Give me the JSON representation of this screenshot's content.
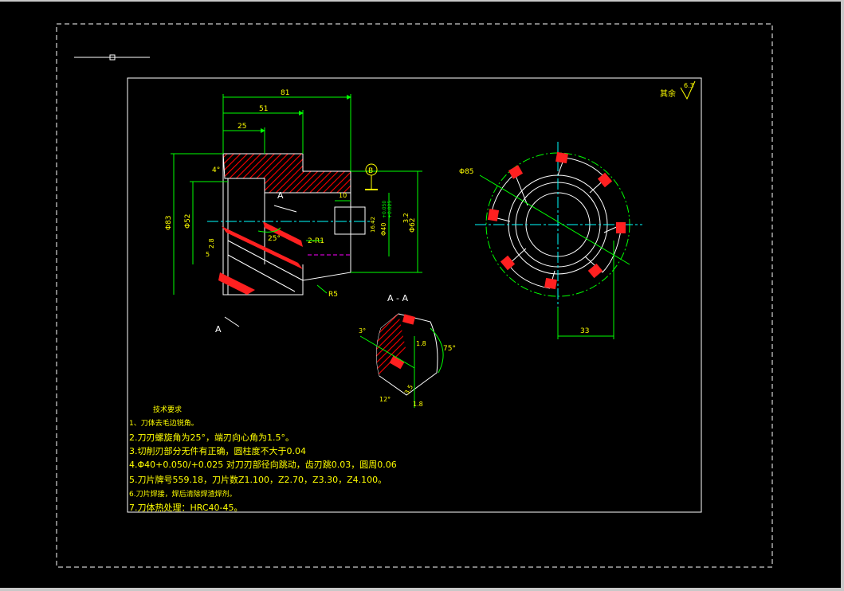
{
  "drawing": {
    "colors": {
      "background": "#000000",
      "outline": "#ffffff",
      "dimension": "#00ff00",
      "text": "#ffff00",
      "hatch": "#ff0000",
      "center": "#00ffff",
      "hidden": "#ff00ff",
      "edge": "#808080"
    },
    "title_note": {
      "label": "其余",
      "roughness": "6.3"
    },
    "front_view": {
      "dims": {
        "d81": "81",
        "d51": "51",
        "d25": "25",
        "angle4": "4°",
        "phi83": "Φ83",
        "phi52": "Φ52",
        "d2_8": "2.8",
        "d5": "5",
        "angle25": "25°",
        "d2r1": "2-R1",
        "d10": "10",
        "d16": "16.42",
        "phi40": "Φ40",
        "tol40a": "+0.050",
        "tol40b": "+0.025",
        "d32": "3.2",
        "phi62": "Φ62",
        "r5": "R5"
      },
      "section_marks": {
        "upper": "A",
        "lower": "A"
      },
      "datum": "B"
    },
    "section_view": {
      "title": "A - A",
      "dims": {
        "a3": "3°",
        "d1_8a": "1.8",
        "a75": "75°",
        "d3_5": "3.5",
        "a12": "12°",
        "d1_8b": "1.8"
      }
    },
    "side_view": {
      "dims": {
        "phi85": "Φ85",
        "d33": "33"
      }
    },
    "tech_requirements": {
      "title": "技术要求",
      "items": [
        "1、刀体去毛边锐角。",
        "2.刀刃螺旋角为25°，端刃向心角为1.5°。",
        "3.切削刃部分无件有正确，圆柱度不大于0.04",
        "4.Φ40+0.050/+0.025  对刀刃部径向跳动，齿刃跳0.03，圆周0.06",
        "5.刀片牌号559.18，刀片数Z1.100，Z2.70，Z3.30，Z4.100。",
        "6.刀片焊接，焊后清除焊渣焊剂。",
        "7.刀体热处理：HRC40-45。"
      ]
    }
  }
}
